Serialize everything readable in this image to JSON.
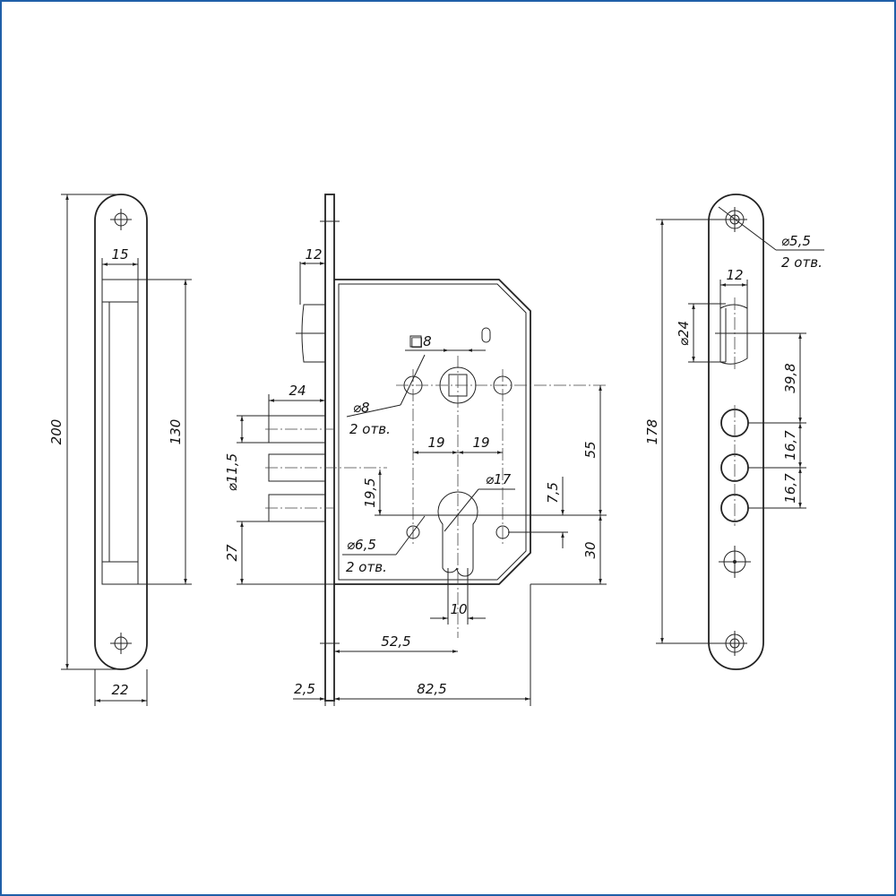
{
  "colors": {
    "frame": "#1f5fa8",
    "line": "#222222"
  },
  "left_view": {
    "d200": "200",
    "d130": "130",
    "d15": "15",
    "d22": "22"
  },
  "middle_view": {
    "d12": "12",
    "d24": "24",
    "d11_5": "⌀11,5",
    "d27": "27",
    "sq8": "□8",
    "phi8": "⌀8",
    "holes8": "2 отв.",
    "d19a": "19",
    "d19b": "19",
    "d55": "55",
    "phi17": "⌀17",
    "d19_5": "19,5",
    "d7_5": "7,5",
    "phi6_5": "⌀6,5",
    "holes6_5": "2 отв.",
    "d30": "30",
    "d10": "10",
    "d52_5": "52,5",
    "d2_5": "2,5",
    "d82_5": "82,5"
  },
  "right_view": {
    "phi5_5": "⌀5,5",
    "holes5_5": "2 отв.",
    "d12": "12",
    "phi24": "⌀24",
    "d178": "178",
    "d39_8": "39,8",
    "d16_7a": "16,7",
    "d16_7b": "16,7"
  }
}
